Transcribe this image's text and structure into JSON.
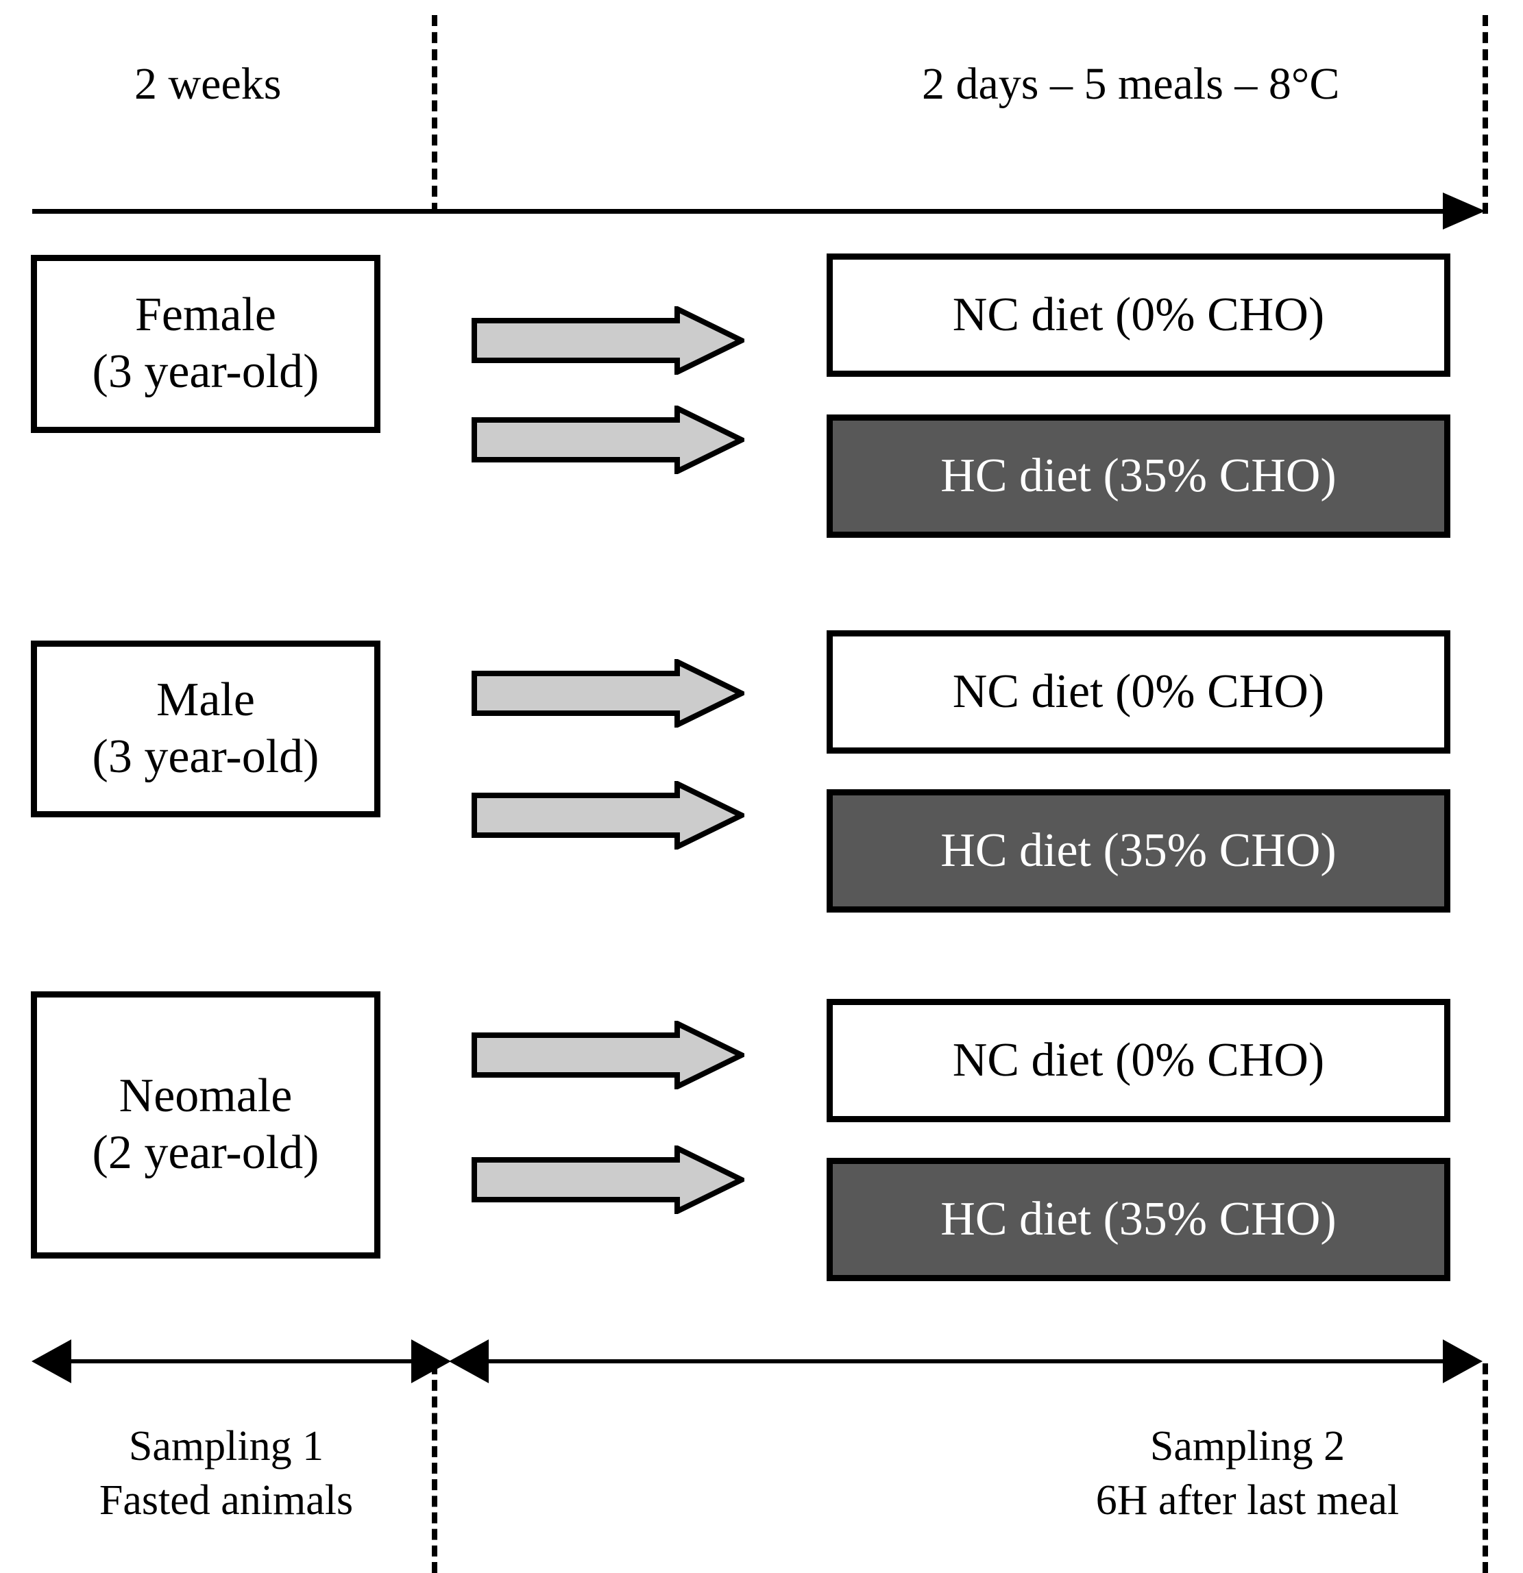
{
  "timeline": {
    "phase1_label": "2 weeks",
    "phase2_label": "2 days – 5 meals – 8°C"
  },
  "groups": [
    {
      "name": "Female",
      "age": "(3 year-old)",
      "diets": [
        {
          "label": "NC diet  (0% CHO)",
          "type": "NC"
        },
        {
          "label": "HC diet  (35% CHO)",
          "type": "HC"
        }
      ]
    },
    {
      "name": "Male",
      "age": "(3 year-old)",
      "diets": [
        {
          "label": "NC diet  (0% CHO)",
          "type": "NC"
        },
        {
          "label": "HC diet  (35% CHO)",
          "type": "HC"
        }
      ]
    },
    {
      "name": "Neomale",
      "age": "(2 year-old)",
      "diets": [
        {
          "label": "NC diet  (0% CHO)",
          "type": "NC"
        },
        {
          "label": "HC diet  (35% CHO)",
          "type": "HC"
        }
      ]
    }
  ],
  "sampling": {
    "first": {
      "title": "Sampling 1",
      "detail": "Fasted  animals"
    },
    "second": {
      "title": "Sampling 2",
      "detail": "6H after  last meal"
    }
  },
  "colors": {
    "nc_fill": "#ffffff",
    "hc_fill": "#585858",
    "arrow_fill": "#cccccc",
    "outline": "#000000"
  }
}
